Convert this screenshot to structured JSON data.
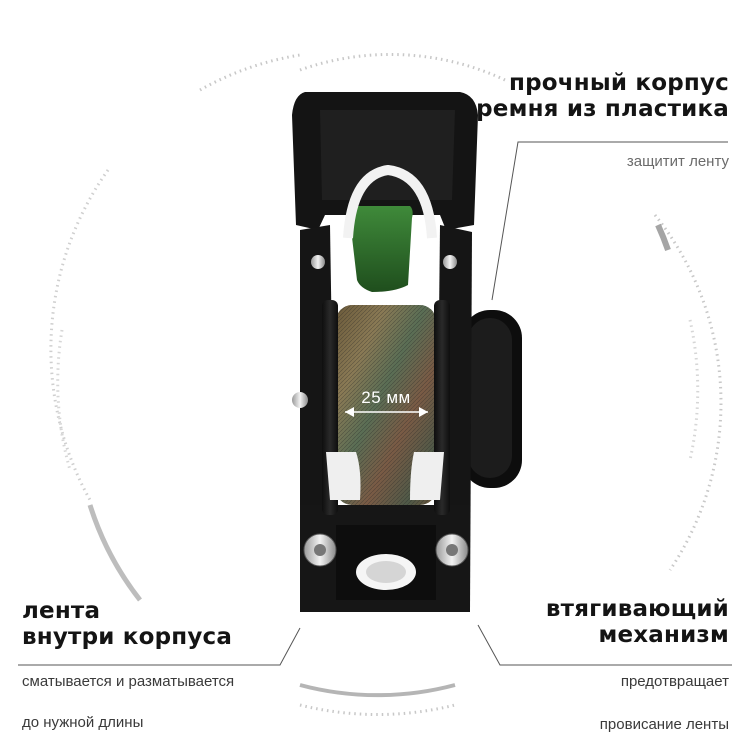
{
  "features": {
    "body": {
      "title_line1": "прочный корпус",
      "title_line2": "ремня из пластика",
      "subtitle": "защитит ленту"
    },
    "tape": {
      "title_line1": "лента",
      "title_line2": "внутри корпуса",
      "subtitle_line1": "сматывается и разматывается",
      "subtitle_line2": "до нужной длины"
    },
    "mechanism": {
      "title_line1": "втягивающий",
      "title_line2": "механизм",
      "subtitle_line1": "предотвращает",
      "subtitle_line2": "провисание ленты"
    }
  },
  "product": {
    "width_label": "25 мм",
    "accent_color": "#2e6b2b",
    "body_color": "#1a1a1a"
  }
}
